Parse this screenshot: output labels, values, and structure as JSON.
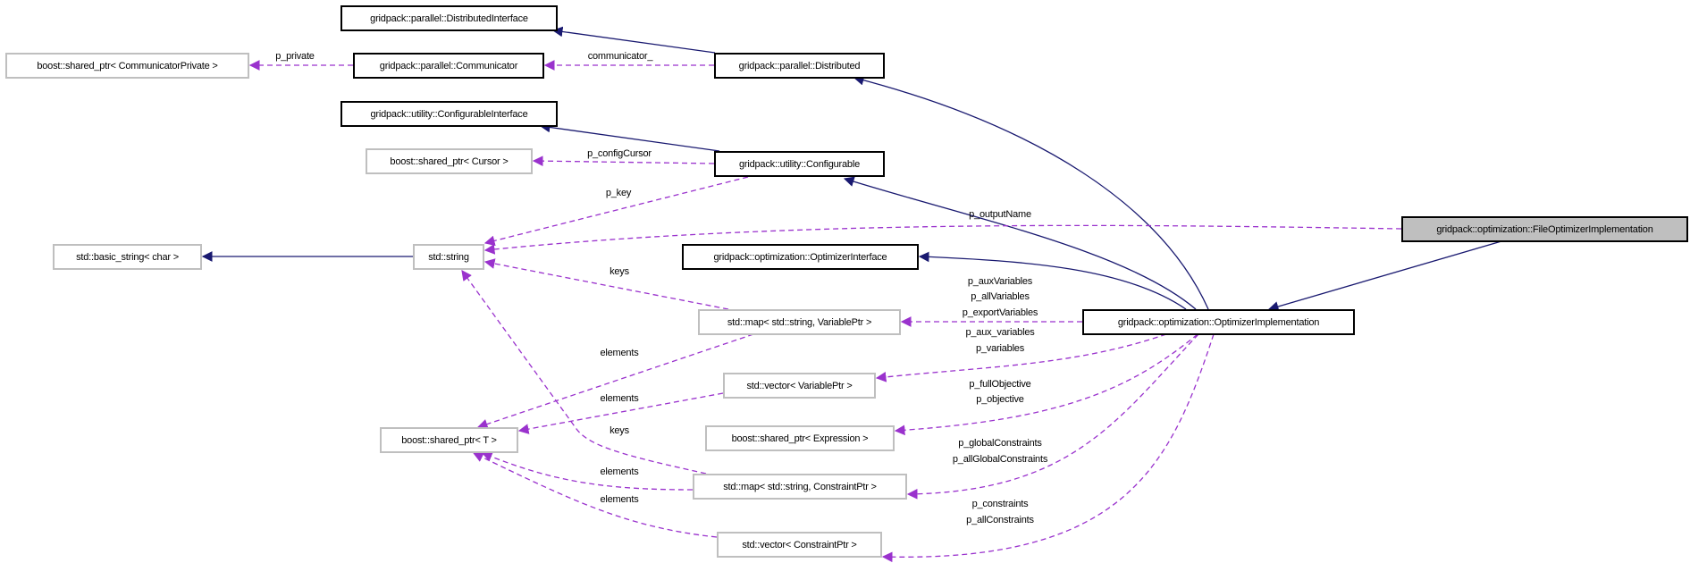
{
  "colors": {
    "inheritance": "#191970",
    "usage": "#9a32cd",
    "external_border": "#bfbfbf",
    "current_fill": "#bfbfbf"
  },
  "nodes": {
    "distributed_interface": "gridpack::parallel::DistributedInterface",
    "shared_ptr_comm_private": "boost::shared_ptr< CommunicatorPrivate >",
    "communicator": "gridpack::parallel::Communicator",
    "distributed": "gridpack::parallel::Distributed",
    "configurable_interface": "gridpack::utility::ConfigurableInterface",
    "shared_ptr_cursor": "boost::shared_ptr< Cursor >",
    "configurable": "gridpack::utility::Configurable",
    "basic_string": "std::basic_string< char >",
    "std_string": "std::string",
    "optimizer_interface": "gridpack::optimization::OptimizerInterface",
    "file_optimizer_impl": "gridpack::optimization::FileOptimizerImplementation",
    "optimizer_impl": "gridpack::optimization::OptimizerImplementation",
    "map_variable_ptr": "std::map< std::string, VariablePtr >",
    "vector_variable_ptr": "std::vector< VariablePtr >",
    "shared_ptr_t": "boost::shared_ptr< T >",
    "shared_ptr_expression": "boost::shared_ptr< Expression >",
    "map_constraint_ptr": "std::map< std::string, ConstraintPtr >",
    "vector_constraint_ptr": "std::vector< ConstraintPtr >"
  },
  "edge_labels": {
    "p_private": "p_private",
    "communicator": "communicator_",
    "p_config_cursor": "p_configCursor",
    "p_key": "p_key",
    "keys_string": "keys",
    "p_output_name": "p_outputName",
    "variables_map": [
      "p_auxVariables",
      "p_allVariables",
      "p_exportVariables"
    ],
    "variables_vector": [
      "p_aux_variables",
      "p_variables"
    ],
    "objective": [
      "p_fullObjective",
      "p_objective"
    ],
    "global_constraints": [
      "p_globalConstraints",
      "p_allGlobalConstraints"
    ],
    "constraints": [
      "p_constraints",
      "p_allConstraints"
    ],
    "elements_map_var": "elements",
    "elements_vec_var": "elements",
    "keys_constraint": "keys",
    "elements_map_con": "elements",
    "elements_vec_con": "elements"
  }
}
